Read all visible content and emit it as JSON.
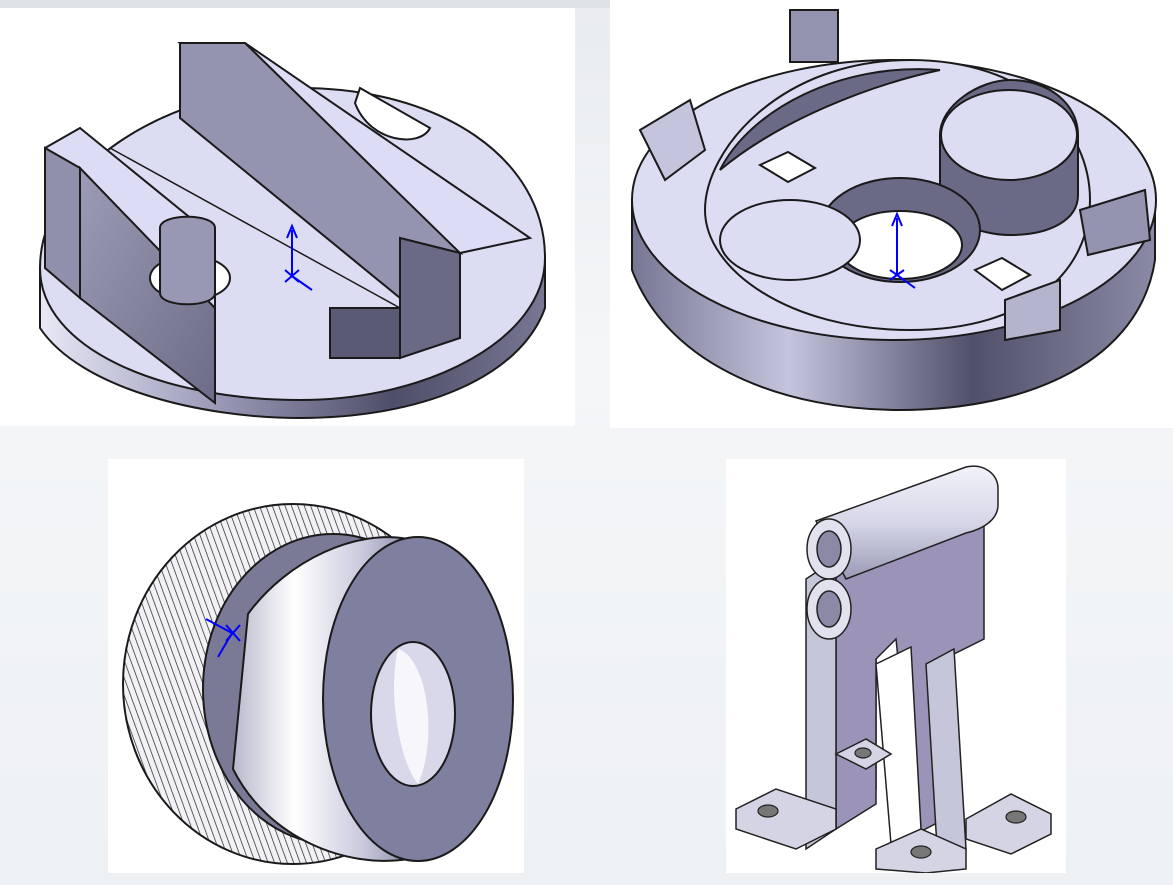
{
  "colors": {
    "background": "#eef1f4",
    "panel": "#ffffff",
    "part_top": "#dcdcf4",
    "part_side": "#8a8aa8",
    "part_dark": "#4c4c66",
    "edge": "#1a1a1a",
    "triad": "#0000ff"
  },
  "panels": [
    {
      "id": "slotted-disc",
      "icon": "cad-part-slotted-disc"
    },
    {
      "id": "grooved-ring",
      "icon": "cad-part-grooved-ring"
    },
    {
      "id": "knurled-knob",
      "icon": "cad-part-knurled-knob"
    },
    {
      "id": "a-frame-bracket",
      "icon": "cad-part-a-frame-bracket"
    }
  ]
}
